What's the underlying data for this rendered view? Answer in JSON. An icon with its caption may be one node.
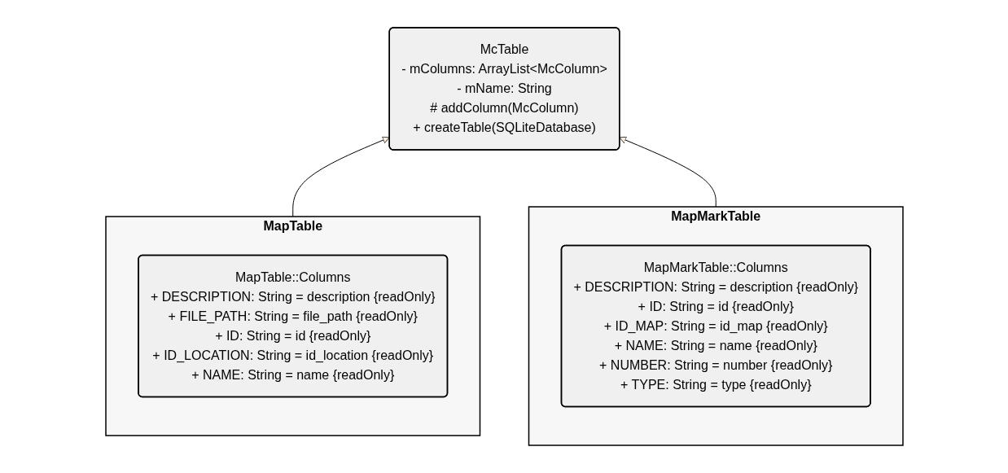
{
  "diagram": {
    "nodes": [
      {
        "text": [
          "McTable",
          "- mColumns: ArrayList<McColumn>",
          "- mName: String",
          "# addColumn(McColumn)",
          "+ createTable(SQLiteDatabase)"
        ]
      },
      {
        "text": [
          "MapTable"
        ]
      },
      {
        "text": [
          "MapTable::Columns",
          "+ DESCRIPTION: String = description {readOnly}",
          "+ FILE_PATH: String = file_path {readOnly}",
          "+ ID: String = id {readOnly}",
          "+ ID_LOCATION: String = id_location {readOnly}",
          "+ NAME: String = name {readOnly}"
        ],
        "in": 1
      },
      {
        "text": [
          "MapMarkTable"
        ]
      },
      {
        "text": [
          "MapMarkTable::Columns",
          "+ DESCRIPTION: String = description {readOnly}",
          "+ ID: String = id {readOnly}",
          "+ ID_MAP: String = id_map {readOnly}",
          "+ NAME: String = name {readOnly}",
          "+ NUMBER: String = number {readOnly}",
          "+ TYPE: String = type {readOnly}"
        ],
        "in": 3
      }
    ],
    "edges": [
      {
        "from": 1,
        "to": 0,
        "arrow": "to"
      },
      {
        "from": 3,
        "to": 0,
        "arrow": "to"
      }
    ]
  }
}
